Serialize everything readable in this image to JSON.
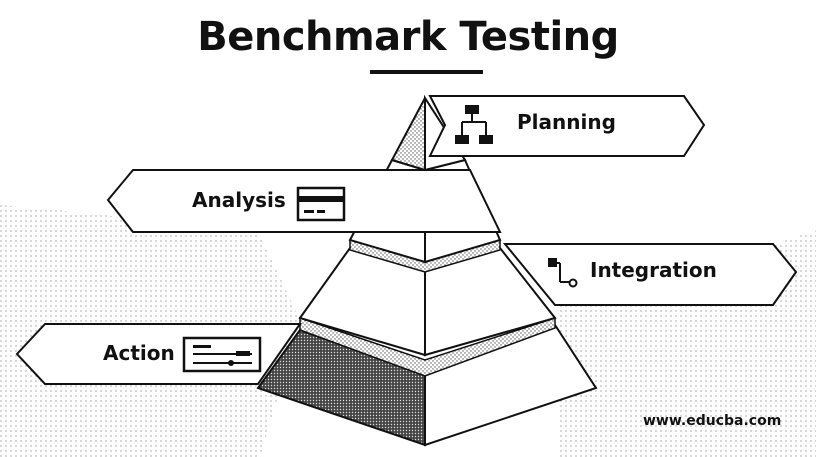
{
  "title": "Benchmark Testing",
  "steps": [
    {
      "label": "Planning",
      "icon": "flowchart-icon"
    },
    {
      "label": "Analysis",
      "icon": "card-icon"
    },
    {
      "label": "Integration",
      "icon": "connector-icon"
    },
    {
      "label": "Action",
      "icon": "progress-panel-icon"
    }
  ],
  "footer": "www.educba.com"
}
